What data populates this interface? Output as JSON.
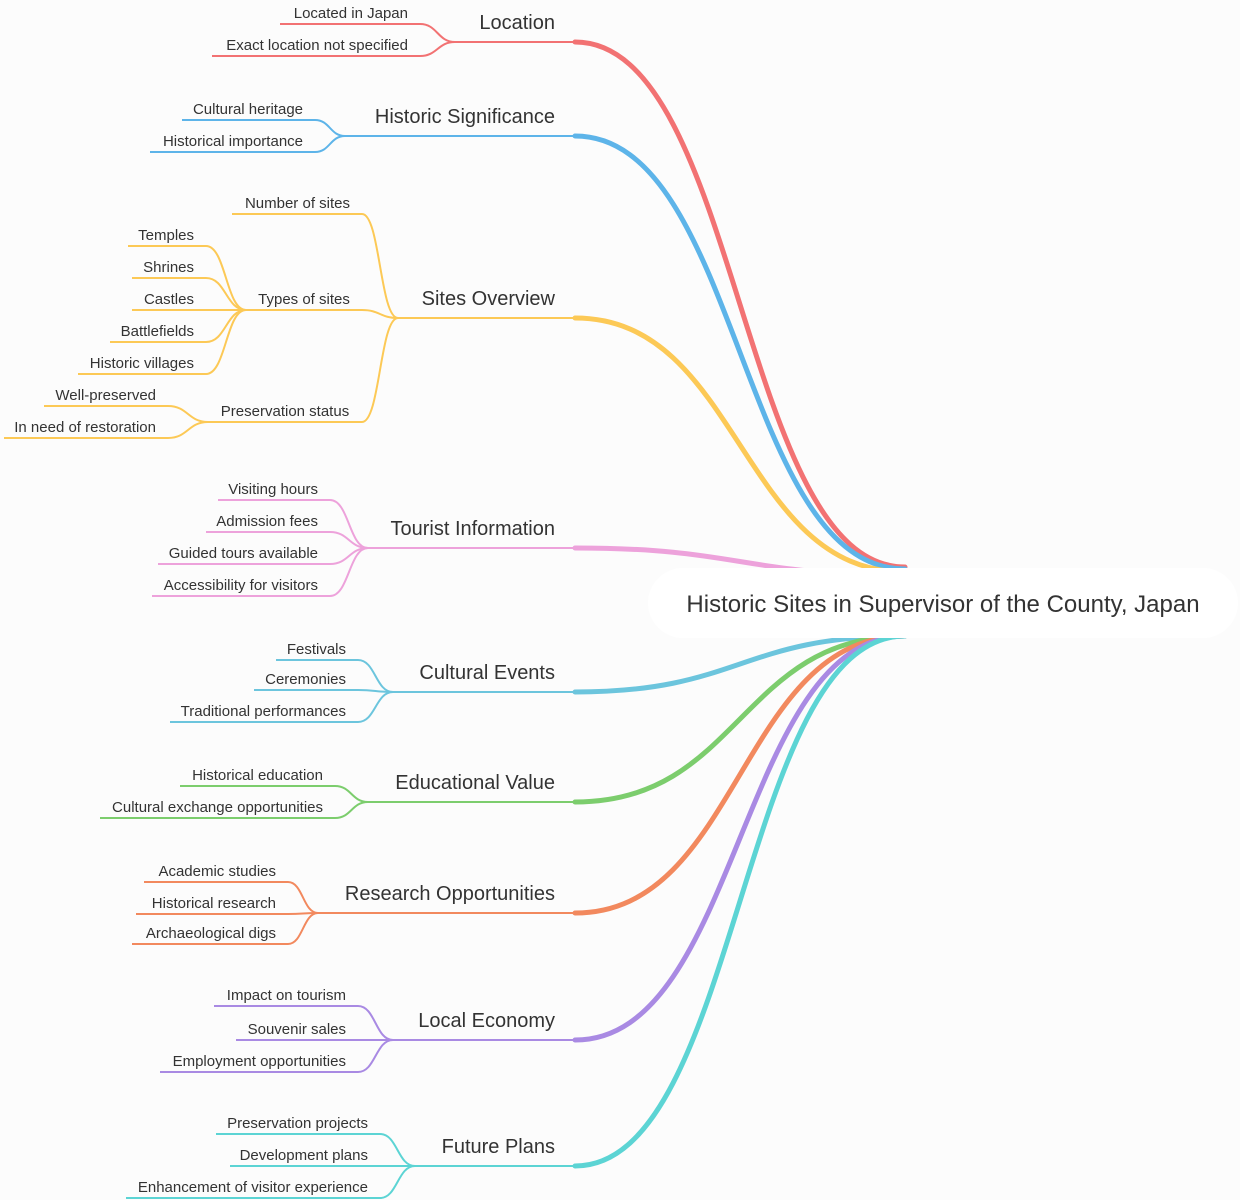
{
  "root": {
    "title": "Historic Sites in Supervisor of the County, Japan"
  },
  "branches": [
    {
      "label": "Location",
      "color": "#f27273",
      "children": [
        {
          "label": "Located in Japan"
        },
        {
          "label": "Exact location not specified"
        }
      ]
    },
    {
      "label": "Historic Significance",
      "color": "#5db4e9",
      "children": [
        {
          "label": "Cultural heritage"
        },
        {
          "label": "Historical importance"
        }
      ]
    },
    {
      "label": "Sites Overview",
      "color": "#fcc956",
      "children": [
        {
          "label": "Number of sites"
        },
        {
          "label": "Types of sites",
          "children": [
            {
              "label": "Temples"
            },
            {
              "label": "Shrines"
            },
            {
              "label": "Castles"
            },
            {
              "label": "Battlefields"
            },
            {
              "label": "Historic villages"
            }
          ]
        },
        {
          "label": "Preservation status",
          "children": [
            {
              "label": "Well-preserved"
            },
            {
              "label": "In need of restoration"
            }
          ]
        }
      ]
    },
    {
      "label": "Tourist Information",
      "color": "#eda2db",
      "children": [
        {
          "label": "Visiting hours"
        },
        {
          "label": "Admission fees"
        },
        {
          "label": "Guided tours available"
        },
        {
          "label": "Accessibility for visitors"
        }
      ]
    },
    {
      "label": "Cultural Events",
      "color": "#6cc5dd",
      "children": [
        {
          "label": "Festivals"
        },
        {
          "label": "Ceremonies"
        },
        {
          "label": "Traditional performances"
        }
      ]
    },
    {
      "label": "Educational Value",
      "color": "#7ccd6d",
      "children": [
        {
          "label": "Historical education"
        },
        {
          "label": "Cultural exchange opportunities"
        }
      ]
    },
    {
      "label": "Research Opportunities",
      "color": "#f2895e",
      "children": [
        {
          "label": "Academic studies"
        },
        {
          "label": "Historical research"
        },
        {
          "label": "Archaeological digs"
        }
      ]
    },
    {
      "label": "Local Economy",
      "color": "#a98ae3",
      "children": [
        {
          "label": "Impact on tourism"
        },
        {
          "label": "Souvenir sales"
        },
        {
          "label": "Employment opportunities"
        }
      ]
    },
    {
      "label": "Future Plans",
      "color": "#5cd4d4",
      "children": [
        {
          "label": "Preservation projects"
        },
        {
          "label": "Development plans"
        },
        {
          "label": "Enhancement of visitor experience"
        }
      ]
    }
  ]
}
